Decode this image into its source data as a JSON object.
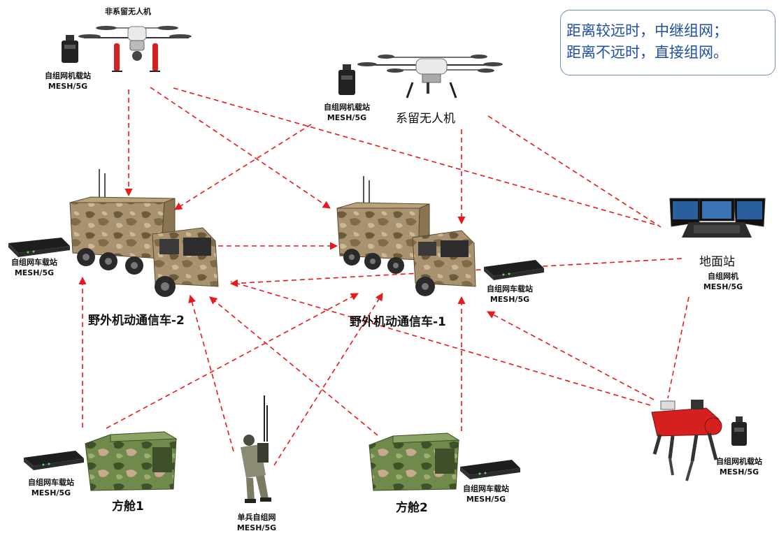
{
  "note": {
    "line1": "距离较远时，中继组网；",
    "line2": "距离不远时，直接组网。"
  },
  "nodes": {
    "untethered_drone": "非系留无人机",
    "tethered_drone": "系留无人机",
    "vehicle2": "野外机动通信车-2",
    "vehicle1": "野外机动通信车-1",
    "ground_station": "地面站",
    "shelter1": "方舱1",
    "shelter2": "方舱2"
  },
  "stations": {
    "drone1_station": [
      "自组网机载站",
      "MESH/5G"
    ],
    "drone2_station": [
      "自组网机载站",
      "MESH/5G"
    ],
    "vehicle2_station": [
      "自组网车载站",
      "MESH/5G"
    ],
    "vehicle1_station": [
      "自组网车载站",
      "MESH/5G"
    ],
    "ground_station_radio": [
      "自组网机",
      "MESH/5G"
    ],
    "shelter1_station": [
      "自组网车载站",
      "MESH/5G"
    ],
    "shelter2_station": [
      "自组网车载站",
      "MESH/5G"
    ],
    "soldier_station": [
      "单兵自组网",
      "MESH/5G"
    ],
    "robot_station": [
      "自组网机载站",
      "MESH/5G"
    ]
  },
  "colors": {
    "link": "#e8191c",
    "note_text": "#1f4fa0",
    "note_border": "#6f8fb8",
    "camo_dark": "#6b5a3c",
    "camo_light": "#b9a27a",
    "shelter_green": "#5f7a3c",
    "robot_red": "#d62020"
  }
}
